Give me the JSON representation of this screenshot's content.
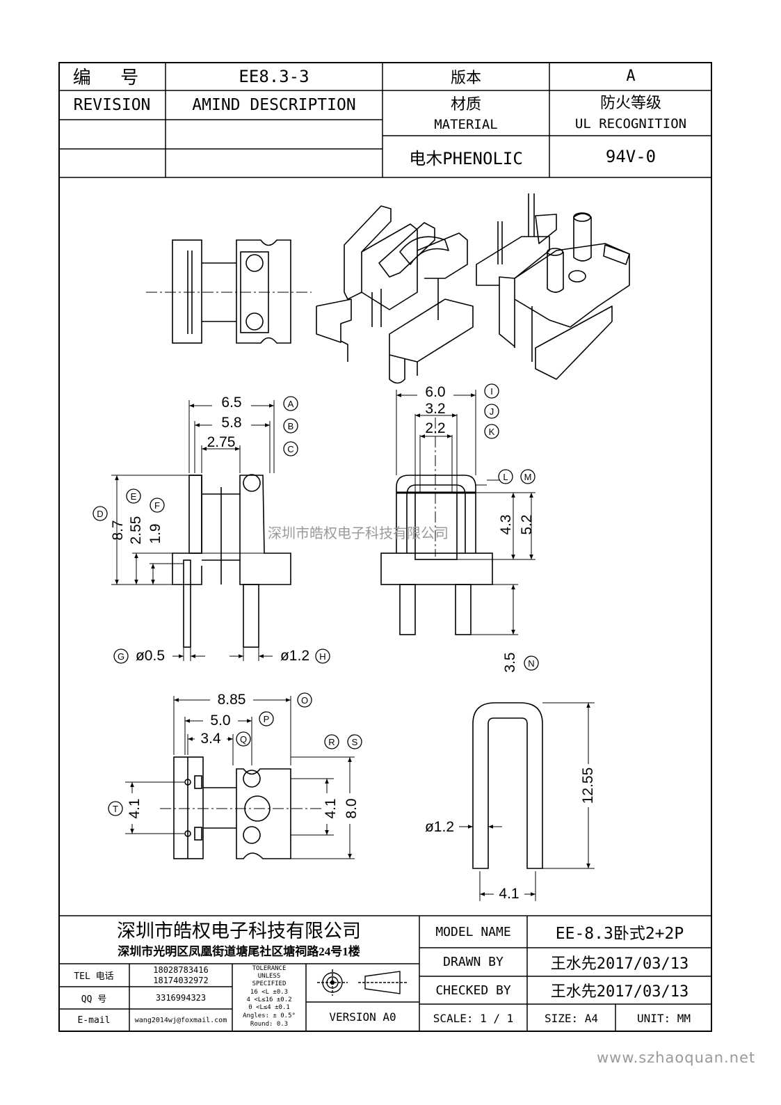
{
  "header": {
    "row1": {
      "label": "编 号",
      "code": "EE8.3-3",
      "version_label": "版本",
      "version_value": "A"
    },
    "row2": {
      "revision": "REVISION",
      "amind": "AMIND DESCRIPTION",
      "material_cn": "材质",
      "material_en": "MATERIAL",
      "fire_cn": "防火等级",
      "fire_en": "UL RECOGNITION"
    },
    "row3": {
      "material_value": "电木PHENOLIC",
      "fire_value": "94V-0"
    }
  },
  "dimensions": {
    "A": "6.5",
    "B": "5.8",
    "C": "2.75",
    "D": "8.7",
    "E": "2.55",
    "F": "1.9",
    "G": "ø0.5",
    "H": "ø1.2",
    "I": "6.0",
    "J": "3.2",
    "K": "2.2",
    "L": "",
    "M": "",
    "h43": "4.3",
    "h52": "5.2",
    "N": "3.5",
    "O": "8.85",
    "P": "5.0",
    "Q": "3.4",
    "R": "",
    "S": "",
    "T": "4.1",
    "t41b": "4.1",
    "t80": "8.0",
    "pin_d": "ø1.2",
    "pin_h": "12.55",
    "pin_w": "4.1"
  },
  "labels": [
    "A",
    "B",
    "C",
    "D",
    "E",
    "F",
    "G",
    "H",
    "I",
    "J",
    "K",
    "L",
    "M",
    "N",
    "O",
    "P",
    "Q",
    "R",
    "S",
    "T"
  ],
  "watermark": {
    "center": "深圳市皓权电子科技有限公司",
    "corner": "www.szhaoquan.net"
  },
  "footer": {
    "company": "深圳市皓权电子科技有限公司",
    "address": "深圳市光明区凤凰街道塘尾社区塘祠路24号1楼",
    "tel_label": "TEL 电话",
    "tel1": "18028783416",
    "tel2": "18174032972",
    "qq_label": "QQ 号",
    "qq": "3316994323",
    "email_label": "E-mail",
    "email": "wang2014wj@foxmail.com",
    "tol_title1": "TOLERANCE",
    "tol_title2": "UNLESS",
    "tol_title3": "SPECIFIED",
    "tol1": "16 <L ±0.3",
    "tol2": "4 <L≤16 ±0.2",
    "tol3": "0 <L≤4 ±0.1",
    "tol4": "Angles: ± 0.5°",
    "tol5": "Round: 0.3",
    "version": "VERSION A0",
    "model_label": "MODEL NAME",
    "model": "EE-8.3卧式2+2P",
    "drawn_label": "DRAWN BY",
    "drawn": "王水先2017/03/13",
    "checked_label": "CHECKED BY",
    "checked": "王水先2017/03/13",
    "scale_label": "SCALE: 1 / 1",
    "size_label": "SIZE: A4",
    "unit_label": "UNIT: MM"
  }
}
